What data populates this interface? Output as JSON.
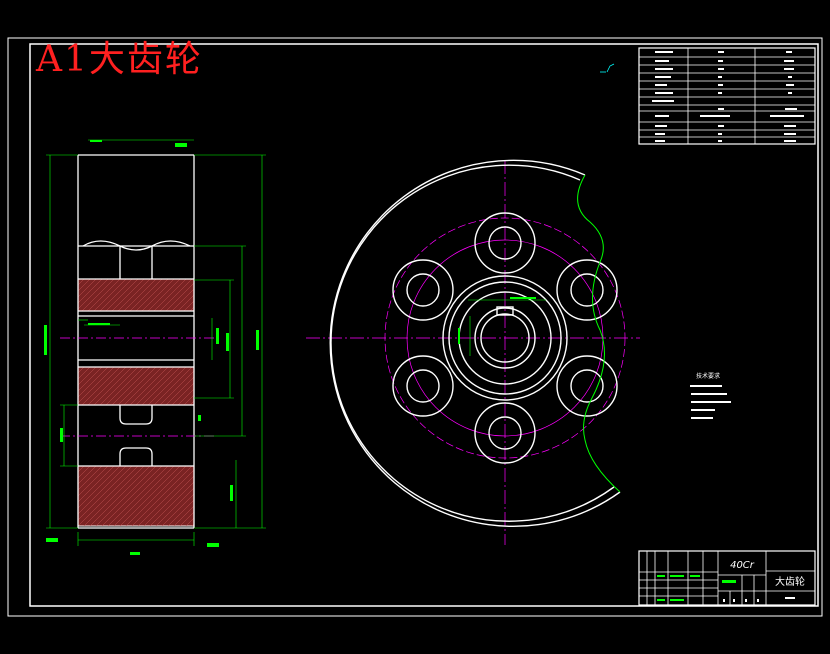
{
  "sheet": {
    "title": "A1大齿轮",
    "colors": {
      "background": "#000000",
      "outline": "#ffffff",
      "dimension": "#00ff00",
      "centerline": "#ff00ff",
      "hatch": "#8b2a2a",
      "accent": "#00ffff",
      "title": "#ff2020"
    }
  },
  "titleblock": {
    "material": "40Cr",
    "part_name": "大齿轮"
  },
  "notes": {
    "heading": "技术要求"
  }
}
